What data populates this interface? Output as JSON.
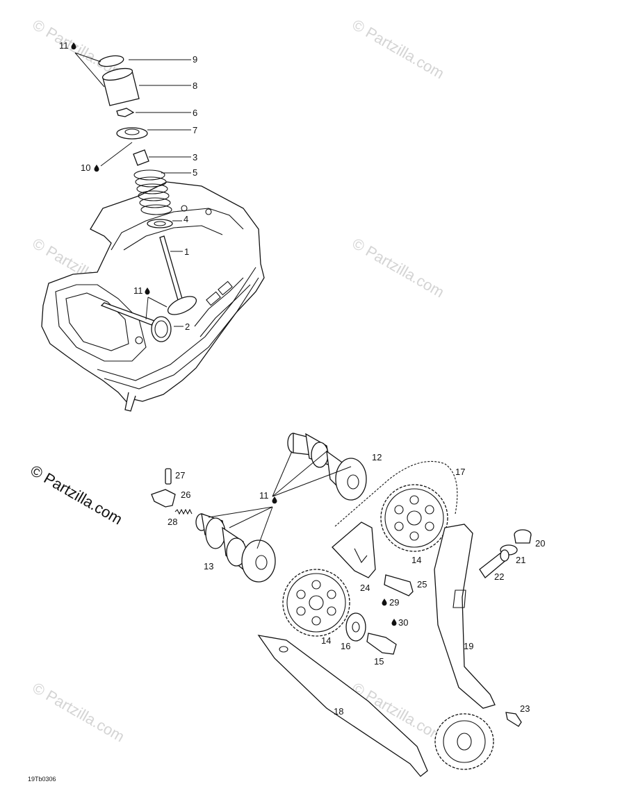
{
  "figure_code": "19Tb0306",
  "watermark": "© Partzilla.com",
  "callouts": {
    "c1": "1",
    "c2": "2",
    "c3": "3",
    "c4": "4",
    "c5": "5",
    "c6": "6",
    "c7": "7",
    "c8": "8",
    "c9": "9",
    "c10": "10",
    "c11a": "11",
    "c11b": "11",
    "c11c": "11",
    "c12": "12",
    "c13": "13",
    "c14a": "14",
    "c14b": "14",
    "c15": "15",
    "c16": "16",
    "c17": "17",
    "c18": "18",
    "c19": "19",
    "c20": "20",
    "c21": "21",
    "c22": "22",
    "c23": "23",
    "c24": "24",
    "c25": "25",
    "c26": "26",
    "c27": "27",
    "c28": "28",
    "c29": "29",
    "c30": "30"
  },
  "icons": {
    "lubricant": "oil-drop-icon"
  }
}
